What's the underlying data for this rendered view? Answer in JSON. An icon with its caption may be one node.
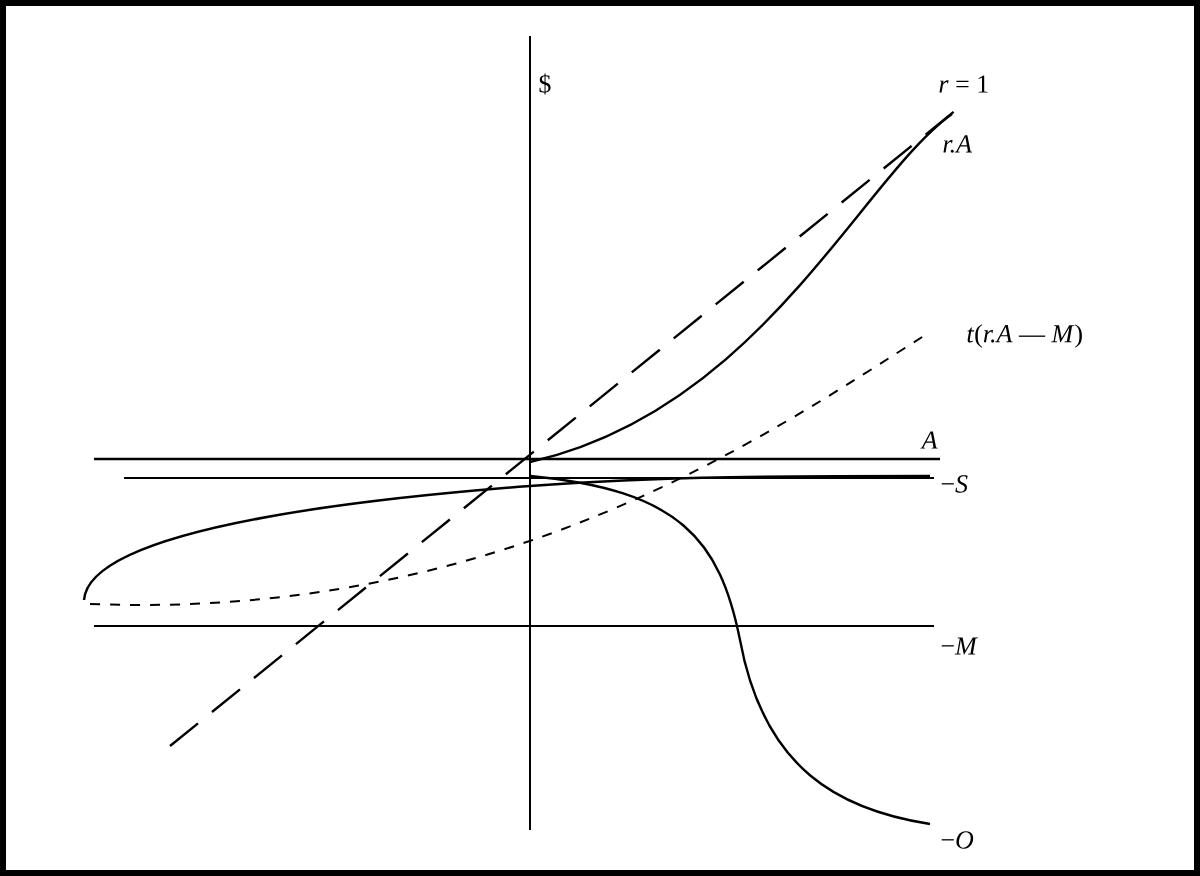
{
  "diagram": {
    "labels": [
      "$",
      "*r* = 1",
      "r.A",
      "*t*(*r.A* — *M*)",
      "A",
      "−*S*",
      "−*M*",
      "−*O*"
    ]
  }
}
